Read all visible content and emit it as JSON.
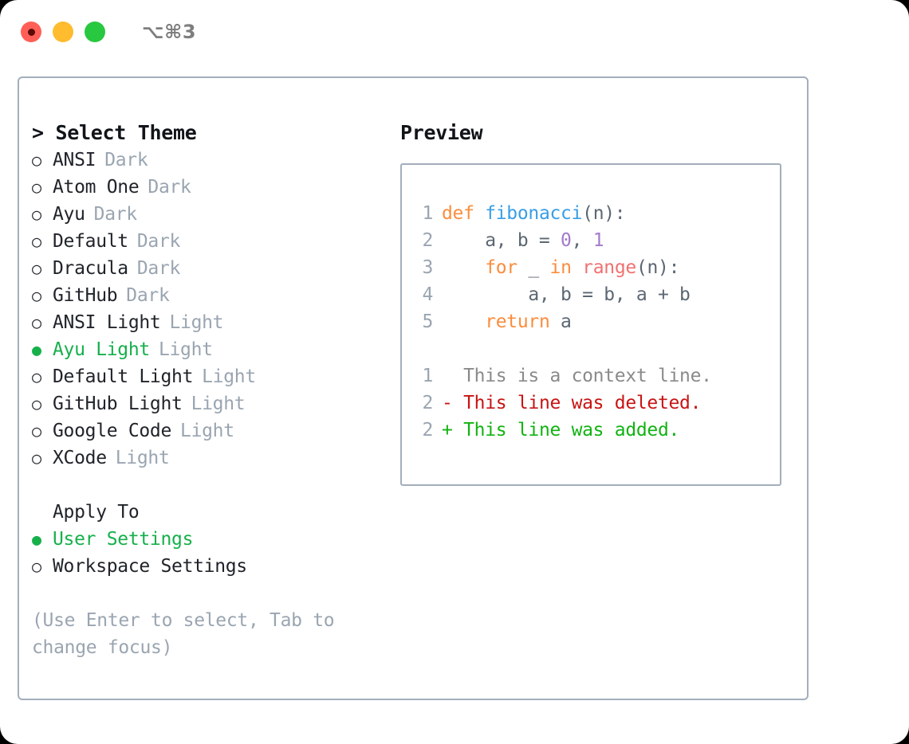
{
  "titlebar": {
    "shortcut": "⌥⌘3",
    "lights": [
      {
        "name": "close",
        "color": "#FF5F57"
      },
      {
        "name": "minimize",
        "color": "#FEBC2E"
      },
      {
        "name": "maximize",
        "color": "#28C840"
      }
    ]
  },
  "theme_picker": {
    "heading": "> Select Theme",
    "selected_bullet": "●",
    "unselected_bullet": "○",
    "items": [
      {
        "label": "ANSI",
        "tag": "Dark",
        "selected": false
      },
      {
        "label": "Atom One",
        "tag": "Dark",
        "selected": false
      },
      {
        "label": "Ayu",
        "tag": "Dark",
        "selected": false
      },
      {
        "label": "Default",
        "tag": "Dark",
        "selected": false
      },
      {
        "label": "Dracula",
        "tag": "Dark",
        "selected": false
      },
      {
        "label": "GitHub",
        "tag": "Dark",
        "selected": false
      },
      {
        "label": "ANSI Light",
        "tag": "Light",
        "selected": false
      },
      {
        "label": "Ayu Light",
        "tag": "Light",
        "selected": true
      },
      {
        "label": "Default Light",
        "tag": "Light",
        "selected": false
      },
      {
        "label": "GitHub Light",
        "tag": "Light",
        "selected": false
      },
      {
        "label": "Google Code",
        "tag": "Light",
        "selected": false
      },
      {
        "label": "XCode",
        "tag": "Light",
        "selected": false
      }
    ]
  },
  "apply_to": {
    "heading": "Apply To",
    "items": [
      {
        "label": "User Settings",
        "selected": true
      },
      {
        "label": "Workspace Settings",
        "selected": false
      }
    ]
  },
  "hint": "(Use Enter to select, Tab to change focus)",
  "preview": {
    "title": "Preview",
    "code_lines": [
      {
        "num": "1",
        "segments": [
          {
            "text": "def ",
            "style": "kw"
          },
          {
            "text": "fibonacci",
            "style": "fn"
          },
          {
            "text": "(n):",
            "style": "plain"
          }
        ]
      },
      {
        "num": "2",
        "segments": [
          {
            "text": "    a, b = ",
            "style": "plain"
          },
          {
            "text": "0",
            "style": "num"
          },
          {
            "text": ", ",
            "style": "plain"
          },
          {
            "text": "1",
            "style": "num"
          }
        ]
      },
      {
        "num": "3",
        "segments": [
          {
            "text": "    ",
            "style": "plain"
          },
          {
            "text": "for",
            "style": "kw"
          },
          {
            "text": " _ ",
            "style": "plain"
          },
          {
            "text": "in",
            "style": "kw"
          },
          {
            "text": " ",
            "style": "plain"
          },
          {
            "text": "range",
            "style": "call"
          },
          {
            "text": "(n):",
            "style": "plain"
          }
        ]
      },
      {
        "num": "4",
        "segments": [
          {
            "text": "        a, b = b, a + b",
            "style": "plain"
          }
        ]
      },
      {
        "num": "5",
        "segments": [
          {
            "text": "    ",
            "style": "plain"
          },
          {
            "text": "return",
            "style": "kw"
          },
          {
            "text": " a",
            "style": "plain"
          }
        ]
      }
    ],
    "diff_lines": [
      {
        "num": "1",
        "marker": "  ",
        "text": "This is a context line.",
        "kind": "ctx"
      },
      {
        "num": "2",
        "marker": "- ",
        "text": "This line was deleted.",
        "kind": "del"
      },
      {
        "num": "2",
        "marker": "+ ",
        "text": "This line was added.",
        "kind": "add"
      }
    ]
  },
  "colors": {
    "accent_green": "#16B04B",
    "muted_gray": "#9AA5B1",
    "border": "#A3AEBC",
    "keyword": "#FA8D3E",
    "function": "#399EE6",
    "number": "#A37ACC",
    "call": "#F07171",
    "plain": "#5C6773",
    "diff_add": "#12B312",
    "diff_del": "#C81414",
    "diff_ctx": "#8A8A8A"
  }
}
